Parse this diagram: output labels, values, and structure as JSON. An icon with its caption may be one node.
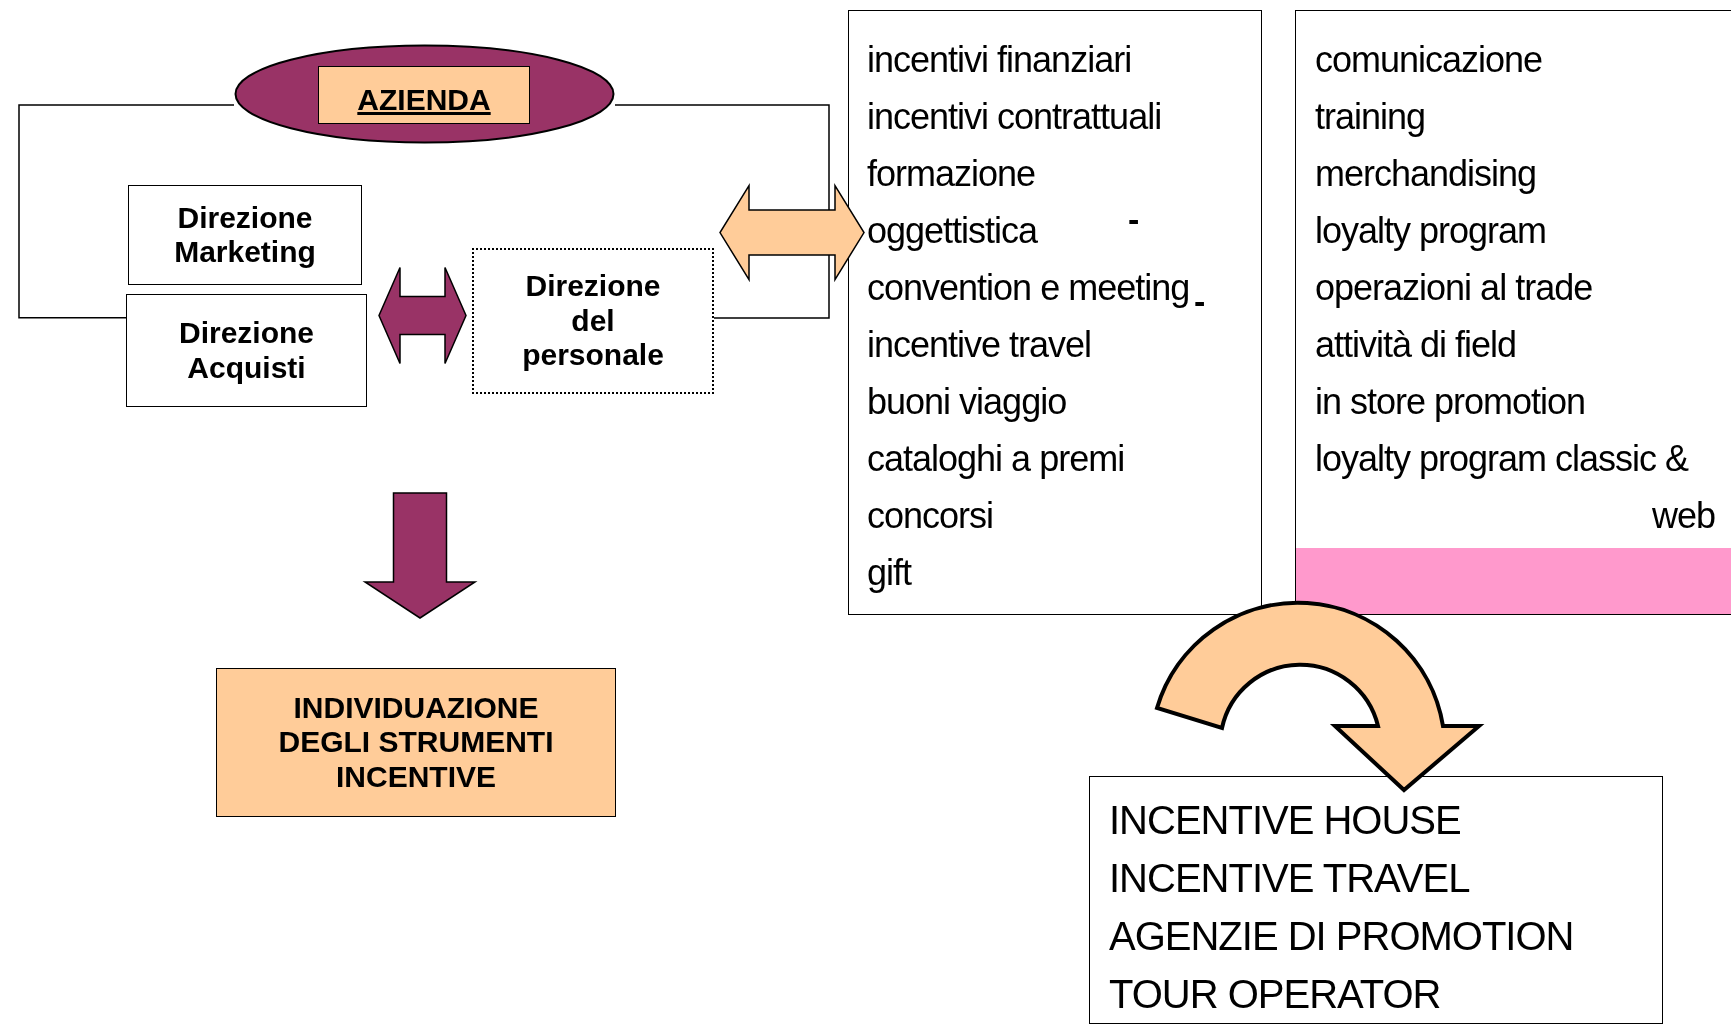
{
  "diagram": {
    "nodes": [
      {
        "text": [
          "AZIENDA"
        ]
      },
      {
        "text": [
          "Direzione Marketing"
        ]
      },
      {
        "text": [
          "Direzione Acquisti"
        ]
      },
      {
        "text": [
          "Direzione del personale"
        ]
      },
      {
        "text": [
          "INDIVIDUAZIONE DEGLI STRUMENTI INCENTIVE"
        ]
      },
      {
        "text": [
          "incentivi finanziari",
          "incentivi contrattuali",
          "formazione",
          "oggettistica",
          "convention e meeting",
          "incentive travel",
          "buoni viaggio",
          "cataloghi a premi",
          "concorsi",
          "gift"
        ]
      },
      {
        "text": [
          "comunicazione",
          "training",
          "merchandising",
          "loyalty program",
          "operazioni al trade",
          "attività di field",
          "in store promotion",
          "loyalty program classic & web"
        ]
      },
      {
        "text": [
          "INCENTIVE HOUSE",
          "INCENTIVE TRAVEL",
          "AGENZIE DI PROMOTION",
          "TOUR OPERATOR"
        ]
      }
    ],
    "edges": [
      {
        "from": 0,
        "to": 2,
        "arrow": "none"
      },
      {
        "from": 0,
        "to": 3,
        "arrow": "none"
      },
      {
        "from": 2,
        "to": 3,
        "arrow": "both"
      },
      {
        "from": 3,
        "to": 5,
        "arrow": "both"
      },
      {
        "from": null,
        "to": 4,
        "arrow": "to"
      },
      {
        "from": 6,
        "to": 7,
        "arrow": "to"
      }
    ],
    "labels": [
      "-",
      "-"
    ]
  }
}
